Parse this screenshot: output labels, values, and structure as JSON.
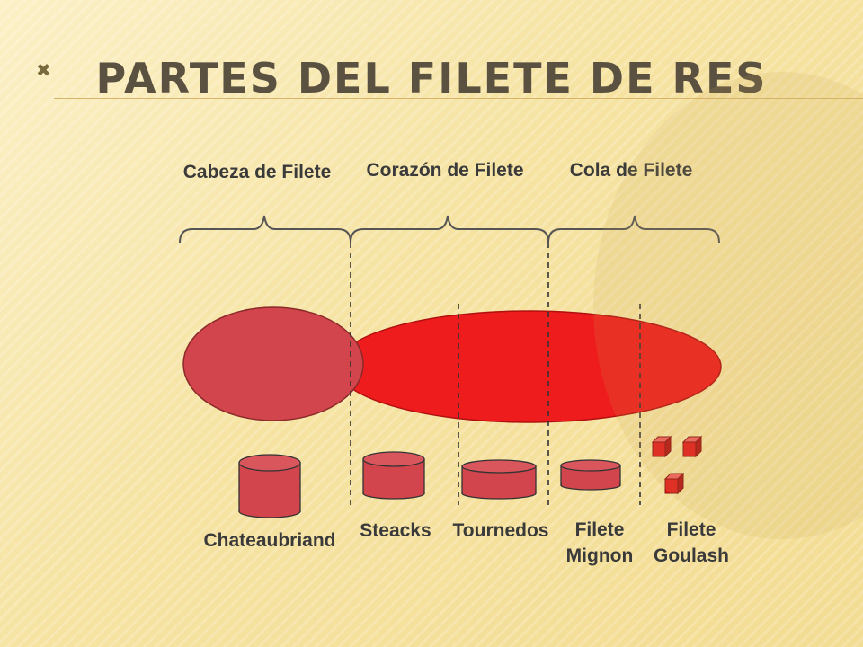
{
  "slide": {
    "bullet_symbol": "✖",
    "title": "PARTES DEL FILETE DE RES"
  },
  "sections": {
    "head": "Cabeza de Filete",
    "heart": "Corazón de Filete",
    "tail": "Cola de Filete"
  },
  "cuts": {
    "chateaubriand": "Chateaubriand",
    "steaks": "Steacks",
    "tournedos": "Tournedos",
    "mignon_line1": "Filete",
    "mignon_line2": "Mignon",
    "goulash_line1": "Filete",
    "goulash_line2": "Goulash"
  },
  "colors": {
    "main_red": "#ee1c1c",
    "muted_red": "#d2454c",
    "outline": "#555555"
  }
}
